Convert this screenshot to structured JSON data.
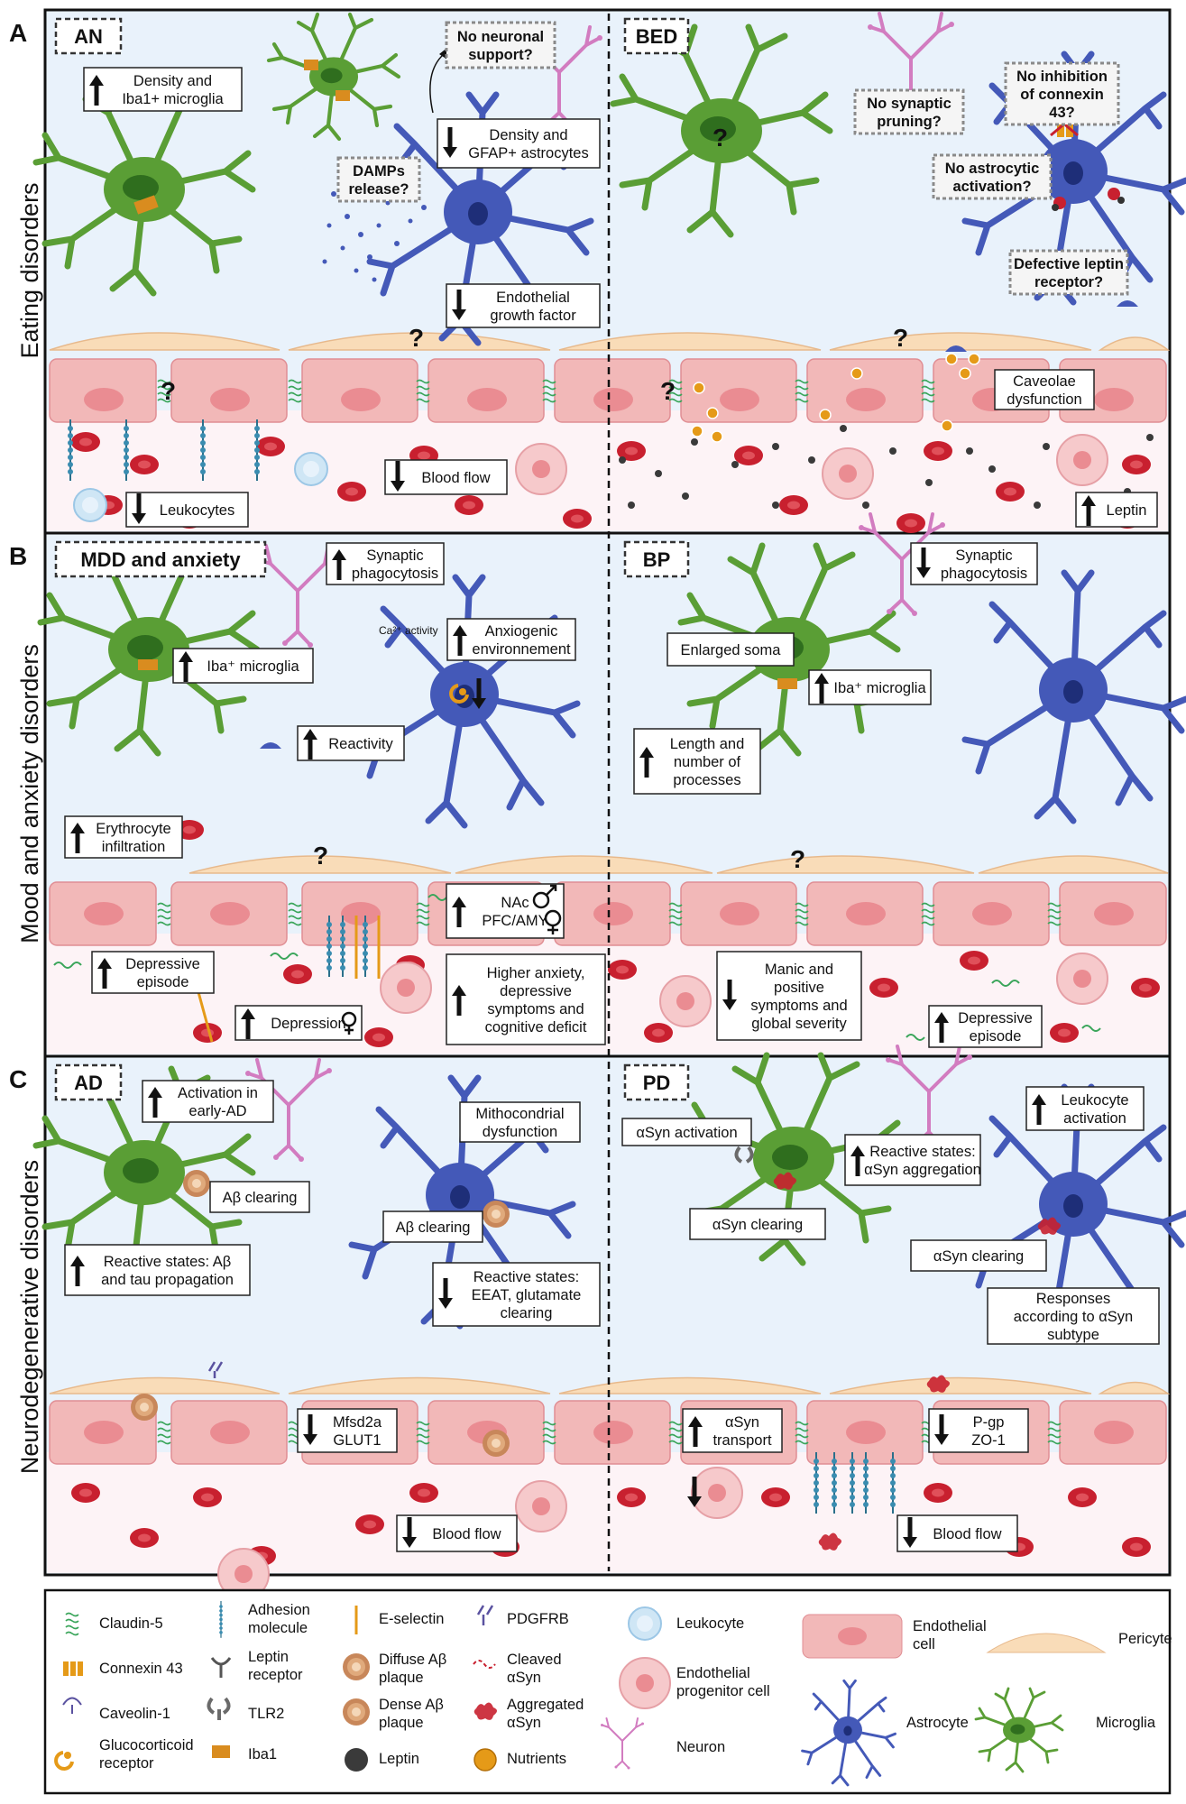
{
  "panels": [
    {
      "letter": "A",
      "side_label": "Eating disorders",
      "left_title": "AN",
      "right_title": "BED"
    },
    {
      "letter": "B",
      "side_label": "Mood and anxiety disorders",
      "left_title": "MDD and anxiety",
      "right_title": "BP"
    },
    {
      "letter": "C",
      "side_label": "Neurodegenerative disorders",
      "left_title": "AD",
      "right_title": "PD"
    }
  ],
  "question_mark": "?",
  "labels": {
    "a_density_iba1": [
      "Density and",
      "Iba1+ microglia"
    ],
    "a_no_neuronal": [
      "No neuronal",
      "support?"
    ],
    "a_density_gfap": [
      "Density and",
      "GFAP+ astrocytes"
    ],
    "a_damps": [
      "DAMPs",
      "release?"
    ],
    "a_endothelial_gf": [
      "Endothelial",
      "growth factor"
    ],
    "a_blood_flow": "Blood flow",
    "a_leukocytes": "Leukocytes",
    "a_no_synaptic": [
      "No synaptic",
      "pruning?"
    ],
    "a_no_inhibition": [
      "No inhibition",
      "of connexin",
      "43?"
    ],
    "a_no_astro": [
      "No astrocytic",
      "activation?"
    ],
    "a_defective_leptin": [
      "Defective leptin",
      "receptor?"
    ],
    "a_caveolae": [
      "Caveolae",
      "dysfunction"
    ],
    "a_leptin": "Leptin",
    "b_synaptic_phago": [
      "Synaptic",
      "phagocytosis"
    ],
    "b_ca_activity": "Ca²⁺ activity",
    "b_anxiogenic": [
      "Anxiogenic",
      "environnement"
    ],
    "b_iba_microglia": "Iba⁺ microglia",
    "b_reactivity": "Reactivity",
    "b_erythrocyte": [
      "Erythrocyte",
      "infiltration"
    ],
    "b_nac": [
      "NAc",
      "PFC/AMY"
    ],
    "b_depressive_episode": [
      "Depressive",
      "episode"
    ],
    "b_higher_anxiety": [
      "Higher anxiety,",
      "depressive",
      "symptoms and",
      "cognitive deficit"
    ],
    "b_depression": "Depression",
    "b_bp_synaptic": [
      "Synaptic",
      "phagocytosis"
    ],
    "b_enlarged": "Enlarged soma",
    "b_bp_iba": "Iba⁺ microglia",
    "b_length": [
      "Length and",
      "number of",
      "processes"
    ],
    "b_manic": [
      "Manic and",
      "positive",
      "symptoms and",
      "global severity"
    ],
    "b_bp_depressive": [
      "Depressive",
      "episode"
    ],
    "c_activation_ad": [
      "Activation in",
      "early-AD"
    ],
    "c_mito": [
      "Mithocondrial",
      "dysfunction"
    ],
    "c_abeta_clearing_mg": "Aβ clearing",
    "c_abeta_clearing_as": "Aβ clearing",
    "c_reactive_abeta": [
      "Reactive states: Aβ",
      "and tau propagation"
    ],
    "c_reactive_eeat": [
      "Reactive states:",
      "EEAT, glutamate",
      "clearing"
    ],
    "c_mfsd2a": [
      "Mfsd2a",
      "GLUT1"
    ],
    "c_blood_flow": "Blood flow",
    "c_asyn_activation": "αSyn activation",
    "c_reactive_asyn": [
      "Reactive states:",
      "αSyn aggregation"
    ],
    "c_asyn_clearing_mg": "αSyn clearing",
    "c_leukocyte_act": [
      "Leukocyte",
      "activation"
    ],
    "c_asyn_clearing_as": "αSyn clearing",
    "c_responses": [
      "Responses",
      "according to αSyn",
      "subtype"
    ],
    "c_asyn_transport": [
      "αSyn",
      "transport"
    ],
    "c_pgp": [
      "P-gp",
      "ZO-1"
    ],
    "c_pd_blood_flow": "Blood flow"
  },
  "legend": [
    {
      "icon": "claudin-5-icon",
      "label": [
        "Claudin-5"
      ]
    },
    {
      "icon": "connexin-43-icon",
      "label": [
        "Connexin 43"
      ]
    },
    {
      "icon": "caveolin-1-icon",
      "label": [
        "Caveolin-1"
      ]
    },
    {
      "icon": "glucocorticoid-receptor-icon",
      "label": [
        "Glucocorticoid",
        "receptor"
      ]
    },
    {
      "icon": "adhesion-molecule-icon",
      "label": [
        "Adhesion",
        "molecule"
      ]
    },
    {
      "icon": "leptin-receptor-icon",
      "label": [
        "Leptin",
        "receptor"
      ]
    },
    {
      "icon": "tlr2-icon",
      "label": [
        "TLR2"
      ]
    },
    {
      "icon": "iba1-icon",
      "label": [
        "Iba1"
      ]
    },
    {
      "icon": "e-selectin-icon",
      "label": [
        "E-selectin"
      ]
    },
    {
      "icon": "diffuse-abeta-plaque-icon",
      "label": [
        "Diffuse Aβ",
        "plaque"
      ]
    },
    {
      "icon": "dense-abeta-plaque-icon",
      "label": [
        "Dense Aβ",
        "plaque"
      ]
    },
    {
      "icon": "leptin-icon",
      "label": [
        "Leptin"
      ]
    },
    {
      "icon": "pdgfrb-icon",
      "label": [
        "PDGFRB"
      ]
    },
    {
      "icon": "cleaved-asyn-icon",
      "label": [
        "Cleaved",
        "αSyn"
      ]
    },
    {
      "icon": "aggregated-asyn-icon",
      "label": [
        "Aggregated",
        "αSyn"
      ]
    },
    {
      "icon": "nutrients-icon",
      "label": [
        "Nutrients"
      ]
    },
    {
      "icon": "leukocyte-icon",
      "label": [
        "Leukocyte"
      ]
    },
    {
      "icon": "endothelial-progenitor-icon",
      "label": [
        "Endothelial",
        "progenitor cell"
      ]
    },
    {
      "icon": "neuron-icon",
      "label": [
        "Neuron"
      ]
    },
    {
      "icon": "endothelial-cell-icon",
      "label": [
        "Endothelial",
        "cell"
      ]
    },
    {
      "icon": "astrocyte-icon",
      "label": [
        "Astrocyte"
      ]
    },
    {
      "icon": "pericyte-icon",
      "label": [
        "Pericyte"
      ]
    },
    {
      "icon": "microglia-icon",
      "label": [
        "Microglia"
      ]
    }
  ],
  "colors": {
    "microglia": "#5a9e35",
    "astrocyte": "#4459b8",
    "endothelial": "#f2b8b8",
    "pericyte": "#f9dcb8",
    "erythrocyte": "#c8202f",
    "neuron": "#d27cc0",
    "brain_bg": "#e9f2fb",
    "blood_bg": "#fdf3f6",
    "nutrient": "#e59a18",
    "leptin": "#3a3a3a",
    "claudin": "#3aa55a"
  }
}
